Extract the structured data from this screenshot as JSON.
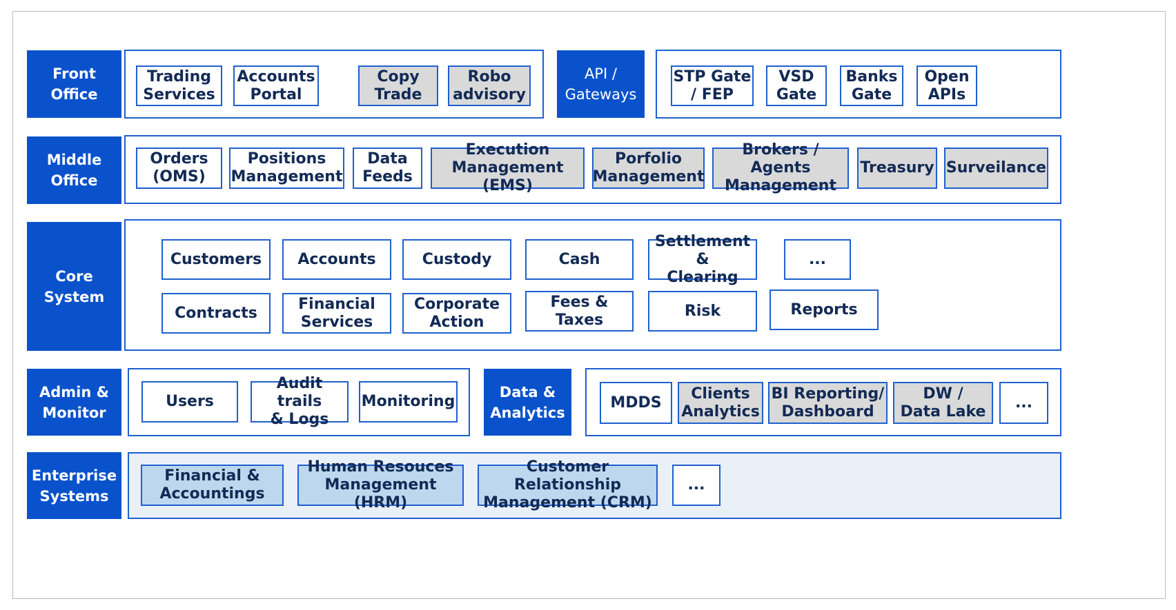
{
  "colors": {
    "label_fill": "#0a52cc",
    "border": "#1f5fd0",
    "text": "#122a55",
    "grey_fill": "#d9d9d9",
    "blue_fill": "#bdd7ee",
    "enterprise_background": "#e9f0f8"
  },
  "layers": {
    "front_office": {
      "label": "Front\nOffice",
      "boxes": [
        "Trading\nServices",
        "Accounts\nPortal",
        "Copy\nTrade",
        "Robo\nadvisory"
      ]
    },
    "api_gateways": {
      "label": "API /\nGateways",
      "boxes": [
        "STP Gate\n/ FEP",
        "VSD\nGate",
        "Banks\nGate",
        "Open\nAPIs"
      ]
    },
    "middle_office": {
      "label": "Middle\nOffice",
      "boxes": [
        "Orders\n(OMS)",
        "Positions\nManagement",
        "Data\nFeeds",
        "Execution\nManagement (EMS)",
        "Porfolio\nManagement",
        "Brokers / Agents\nManagement",
        "Treasury",
        "Surveilance"
      ]
    },
    "core_system": {
      "label": "Core\nSystem",
      "boxes": [
        "Customers",
        "Accounts",
        "Custody",
        "Cash",
        "Settlement &\nClearing",
        "...",
        "Contracts",
        "Financial\nServices",
        "Corporate\nAction",
        "Fees & Taxes",
        "Risk",
        "Reports"
      ]
    },
    "admin_monitor": {
      "label": "Admin &\nMonitor",
      "boxes": [
        "Users",
        "Audit trails\n& Logs",
        "Monitoring"
      ]
    },
    "data_analytics": {
      "label": "Data &\nAnalytics",
      "boxes": [
        "MDDS",
        "Clients\nAnalytics",
        "BI Reporting/\nDashboard",
        "DW /\nData Lake",
        "..."
      ]
    },
    "enterprise_systems": {
      "label": "Enterprise\nSystems",
      "boxes": [
        "Financial &\nAccountings",
        "Human Resouces\nManagement (HRM)",
        "Customer Relationship\nManagement (CRM)",
        "..."
      ]
    }
  }
}
